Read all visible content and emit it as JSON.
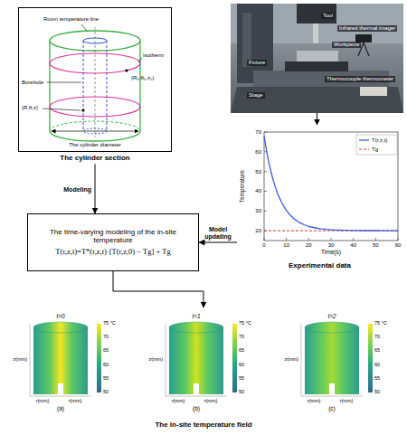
{
  "diagram": {
    "nodes": [
      {
        "text": [
          "The cylinder section"
        ]
      },
      {
        "text": [
          "Tool",
          "Infrared thermal imager",
          "Workpiece",
          "Fixture",
          "Thermocouple thermometer",
          "Stage"
        ]
      },
      {
        "text": [
          "Experimental data"
        ]
      },
      {
        "text": [
          "The time-varying modeling of the in-site temperature",
          "T(r,z,t)=T*(r,z,t)·[T(r,z,0) − Tg] + Tg"
        ]
      },
      {
        "text": [
          "The in-site temperature field"
        ]
      }
    ],
    "edges": [
      {
        "from": 1,
        "to": 2,
        "arrow": "to"
      },
      {
        "from": 0,
        "to": 3,
        "label": "Modeling",
        "arrow": "to"
      },
      {
        "from": 2,
        "to": 3,
        "label": "Model updating",
        "arrow": "to"
      },
      {
        "from": 3,
        "to": 4,
        "arrow": "to"
      }
    ],
    "labels": [
      "Room temperature line",
      "Isotherm",
      "(R₀,θ₀,z₀)",
      "Borehole",
      "(R,θ,z)",
      "The cylinder diameter",
      "Temperature",
      "Time(s)",
      "70",
      "60",
      "50",
      "40",
      "30",
      "20",
      "0",
      "10",
      "20",
      "30",
      "40",
      "50",
      "60",
      "t=0",
      "(a)",
      "z(mm)",
      "r(mm)",
      "r(mm)",
      "75 °C",
      "70",
      "65",
      "60",
      "55",
      "50",
      "t=1",
      "(b)",
      "z(mm)",
      "r(mm)",
      "r(mm)",
      "75 °C",
      "70",
      "65",
      "60",
      "55",
      "50",
      "t=2",
      "(c)",
      "z(mm)",
      "r(mm)",
      "r(mm)",
      "75 °C",
      "70",
      "65",
      "60",
      "55",
      "50"
    ],
    "legend": [
      {
        "text": "T(r,z,t)"
      },
      {
        "text": "Tg"
      }
    ]
  }
}
